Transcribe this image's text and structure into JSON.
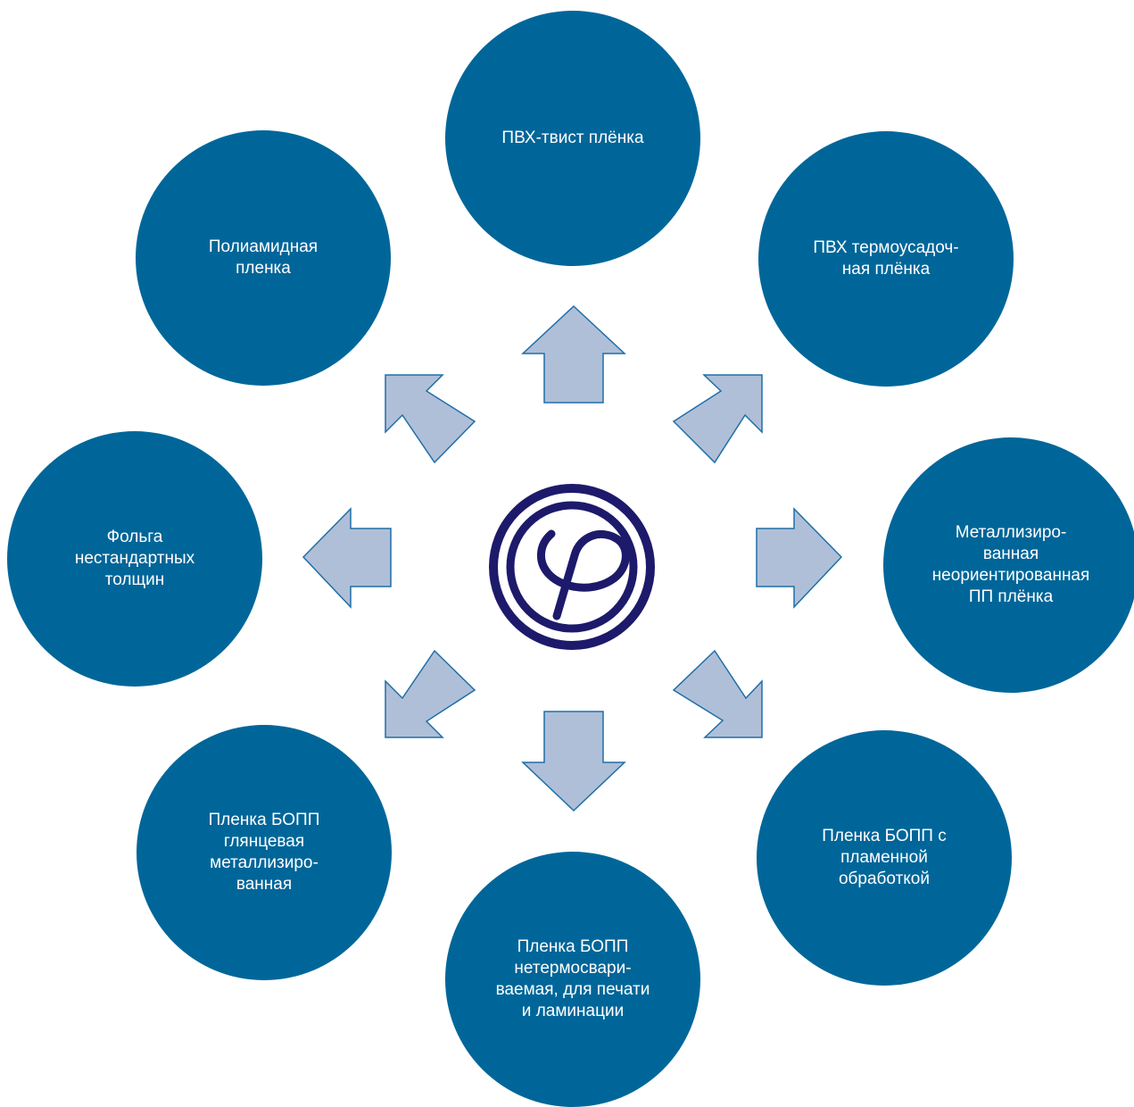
{
  "diagram": {
    "nodes": [
      {
        "id": "pvh-twist",
        "label": "ПВХ-твист плёнка"
      },
      {
        "id": "pvh-shrink",
        "label": "ПВХ термоусадоч-\nная плёнка"
      },
      {
        "id": "metallized-cpp",
        "label": "Металлизиро-\nванная\nнеориентированная\nПП плёнка"
      },
      {
        "id": "bopp-flame",
        "label": "Пленка БОПП с\nпламенной\nобработкой"
      },
      {
        "id": "bopp-nonseal",
        "label": "Пленка БОПП\nнетермосвари-\nваемая, для печати\nи ламинации"
      },
      {
        "id": "bopp-gloss-metal",
        "label": "Пленка БОПП\nглянцевая\nметаллизиро-\nванная"
      },
      {
        "id": "foil",
        "label": "Фольга\nнестандартных\nтолщин"
      },
      {
        "id": "polyamide",
        "label": "Полиамидная\nпленка"
      }
    ],
    "colors": {
      "circle": "#006699",
      "circle_text": "#ffffff",
      "arrow_fill": "#b0bfd8",
      "arrow_stroke": "#1f6fa8",
      "logo": "#1d1a6b"
    },
    "center_logo": "e-letter-logo"
  }
}
